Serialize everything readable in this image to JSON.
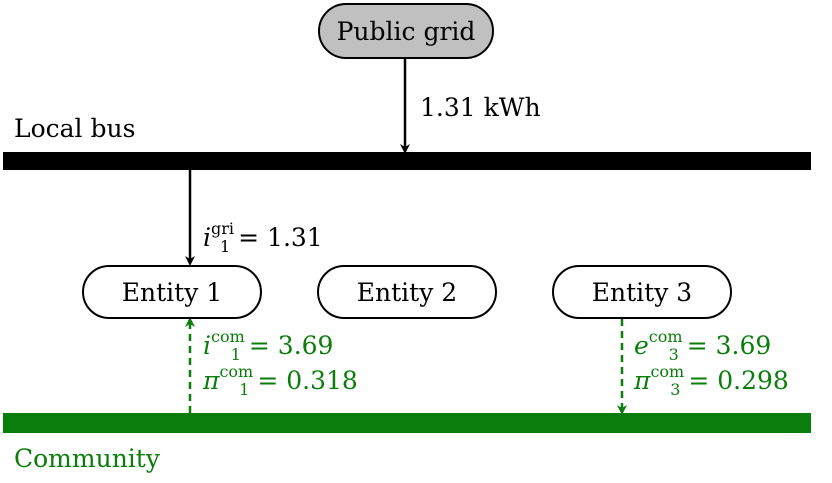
{
  "nodes": {
    "public_grid": "Public grid",
    "entity_1": "Entity 1",
    "entity_2": "Entity 2",
    "entity_3": "Entity 3"
  },
  "buses": {
    "local_bus": "Local bus",
    "community": "Community"
  },
  "flows": {
    "grid_to_bus": "1.31 kWh",
    "entity1_grid_import": {
      "var": "i",
      "sub": "1",
      "sup": "gri",
      "eq": "= 1.31"
    },
    "entity1_community_import": {
      "var": "i",
      "sub": "1",
      "sup": "com",
      "eq": "= 3.69"
    },
    "entity1_community_price": {
      "var": "π",
      "sub": "1",
      "sup": "com",
      "eq": "= 0.318"
    },
    "entity3_community_export": {
      "var": "e",
      "sub": "3",
      "sup": "com",
      "eq": "= 3.69"
    },
    "entity3_community_price": {
      "var": "π",
      "sub": "3",
      "sup": "com",
      "eq": "= 0.298"
    }
  },
  "colors": {
    "bus": "#000000",
    "community": "#0a7d0a",
    "public_grid_fill": "#c0c0c0"
  }
}
